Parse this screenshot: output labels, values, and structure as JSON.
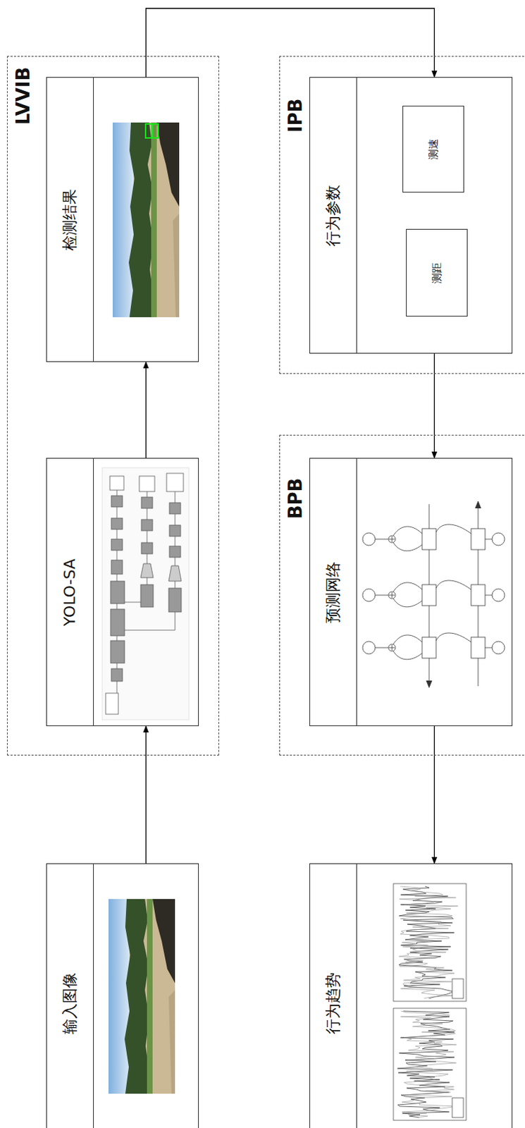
{
  "diagram": {
    "nodes": [
      {
        "text": [
          "LVVIB"
        ]
      },
      {
        "text": [
          "检测结果"
        ],
        "in": 0
      },
      {
        "text": [
          "YOLO-SA"
        ],
        "in": 0
      },
      {
        "text": [
          "IPB"
        ]
      },
      {
        "text": [
          "行为参数"
        ],
        "in": 3
      },
      {
        "text": [
          "测速"
        ],
        "in": 4
      },
      {
        "text": [
          "测距"
        ],
        "in": 4
      },
      {
        "text": [
          "BPB"
        ]
      },
      {
        "text": [
          "预测网络"
        ],
        "in": 7
      },
      {
        "text": [
          "输入图像"
        ]
      },
      {
        "text": [
          "行为趋势"
        ]
      }
    ],
    "edges": [
      {
        "from": 9,
        "to": 2,
        "arrow": "to"
      },
      {
        "from": 2,
        "to": 1,
        "arrow": "to"
      },
      {
        "from": 1,
        "to": 4,
        "arrow": "to"
      },
      {
        "from": 4,
        "to": 8,
        "arrow": "to"
      },
      {
        "from": 8,
        "to": 10,
        "arrow": "to"
      }
    ]
  }
}
